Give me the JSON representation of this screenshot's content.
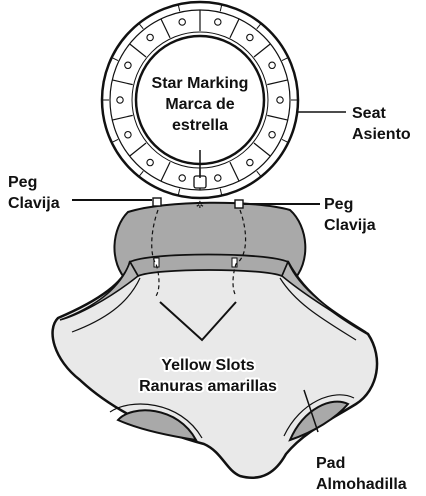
{
  "labels": {
    "star_marking": {
      "en": "Star Marking",
      "es_line1": "Marca de",
      "es_line2": "estrella"
    },
    "seat": {
      "en": "Seat",
      "es": "Asiento"
    },
    "peg_left": {
      "en": "Peg",
      "es": "Clavija"
    },
    "peg_right": {
      "en": "Peg",
      "es": "Clavija"
    },
    "yellow_slots": {
      "en": "Yellow Slots",
      "es": "Ranuras amarillas"
    },
    "pad": {
      "en": "Pad",
      "es": "Almohadilla"
    }
  },
  "colors": {
    "line": "#111111",
    "pad_fill": "#e9e9e9",
    "pad_shadow": "#a9a9a9",
    "seat_fill": "#ffffff",
    "background": "#ffffff"
  }
}
